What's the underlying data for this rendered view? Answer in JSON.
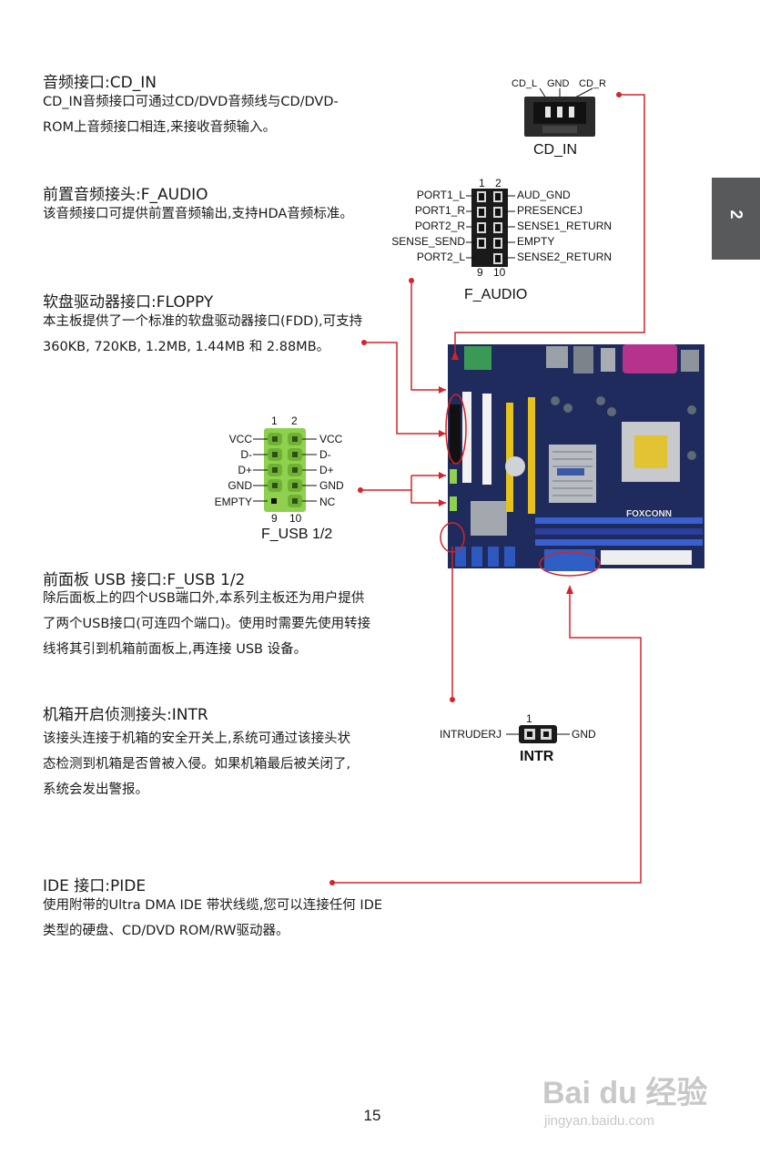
{
  "side_tab": "2",
  "page_number": "15",
  "sections": {
    "cd_in": {
      "title": "音频接口:CD_IN",
      "lines": [
        "CD_IN音频接口可通过CD/DVD音频线与CD/DVD-",
        "ROM上音频接口相连,来接收音频输入。"
      ]
    },
    "f_audio": {
      "title": "前置音频接头:F_AUDIO",
      "lines": [
        "该音频接口可提供前置音频输出,支持HDA音频标准。"
      ]
    },
    "floppy": {
      "title": "软盘驱动器接口:FLOPPY",
      "lines": [
        "本主板提供了一个标准的软盘驱动器接口(FDD),可支持",
        "360KB, 720KB, 1.2MB, 1.44MB 和 2.88MB。"
      ]
    },
    "f_usb": {
      "title": "前面板 USB 接口:F_USB 1/2",
      "lines": [
        "除后面板上的四个USB端口外,本系列主板还为用户提供",
        "了两个USB接口(可连四个端口)。使用时需要先使用转接",
        "线将其引到机箱前面板上,再连接 USB 设备。"
      ]
    },
    "intr": {
      "title": "机箱开启侦测接头:INTR",
      "lines": [
        "该接头连接于机箱的安全开关上,系统可通过该接头状",
        "态检测到机箱是否曾被入侵。如果机箱最后被关闭了,",
        "系统会发出警报。"
      ]
    },
    "pide": {
      "title": "IDE 接口:PIDE",
      "lines": [
        "使用附带的Ultra DMA IDE 带状线缆,您可以连接任何 IDE",
        "类型的硬盘、CD/DVD ROM/RW驱动器。"
      ]
    }
  },
  "diagrams": {
    "cd_in": {
      "pins": [
        "CD_L",
        "GND",
        "CD_R"
      ],
      "name": "CD_IN"
    },
    "f_audio": {
      "top_numbers": [
        "1",
        "2"
      ],
      "bottom_numbers": [
        "9",
        "10"
      ],
      "left_pins": [
        "PORT1_L",
        "PORT1_R",
        "PORT2_R",
        "SENSE_SEND",
        "PORT2_L"
      ],
      "right_pins": [
        "AUD_GND",
        "PRESENCEJ",
        "SENSE1_RETURN",
        "EMPTY",
        "SENSE2_RETURN"
      ],
      "name": "F_AUDIO"
    },
    "f_usb": {
      "top_numbers": [
        "1",
        "2"
      ],
      "bottom_numbers": [
        "9",
        "10"
      ],
      "left_pins": [
        "VCC",
        "D-",
        "D+",
        "GND",
        "EMPTY"
      ],
      "right_pins": [
        "VCC",
        "D-",
        "D+",
        "GND",
        "NC"
      ],
      "name": "F_USB 1/2",
      "pin_color": "#8fd14f"
    },
    "intr": {
      "number": "1",
      "left_pin": "INTRUDERJ",
      "right_pin": "GND",
      "name": "INTR"
    },
    "motherboard": {
      "logo_text": "FOXCONN"
    }
  },
  "watermark": {
    "brand": "Bai du 经验",
    "url": "jingyan.baidu.com"
  },
  "colors": {
    "leader_line": "#d4232a",
    "pcb": "#1e2b5c",
    "tab": "#58595b",
    "ide_blue": "#2f5fc4",
    "usb_green": "#8fd14f"
  }
}
